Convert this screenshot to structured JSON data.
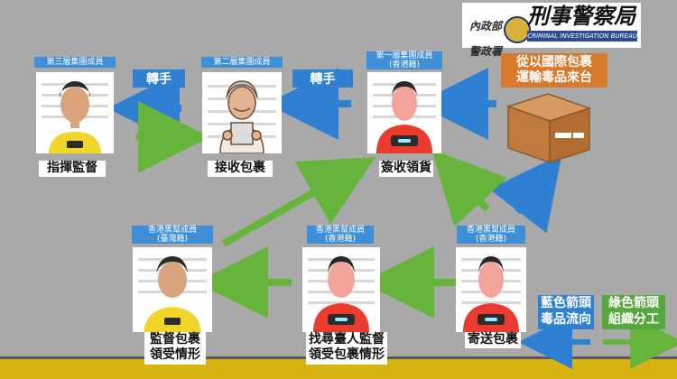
{
  "logo": {
    "left_line1": "內政部",
    "left_line2": "警政署",
    "main": "刑事警察局",
    "english": "CRIMINAL INVESTIGATION BUREAU"
  },
  "nodes": {
    "tier3": {
      "title": "第三層集團成員",
      "caption": "指揮監督"
    },
    "tier2": {
      "title": "第二層集團成員",
      "caption": "接收包裹"
    },
    "tier1": {
      "title": "第一層集團成員\n(香港籍)",
      "caption": "簽收領貨"
    },
    "hk_tw": {
      "title": "香港黑幫成員\n(臺灣籍)",
      "caption": "監督包裹\n領受情形"
    },
    "hk_mid": {
      "title": "香港黑幫成員\n(香港籍)",
      "caption": "找尋臺人監督\n領受包裹情形"
    },
    "hk_right": {
      "title": "香港黑幫成員\n(香港籍)",
      "caption": "寄送包裹"
    }
  },
  "tags": {
    "left_transfer": "轉手",
    "right_transfer": "轉手"
  },
  "box_note": "從以國際包裹\n運輸毒品來台",
  "legend": {
    "blue": "藍色箭頭\n毒品流向",
    "green": "綠色箭頭\n組織分工"
  },
  "colors": {
    "blue_arrow": "#2f7fd3",
    "green_arrow": "#67b43c",
    "background": "#a9a9a9"
  }
}
